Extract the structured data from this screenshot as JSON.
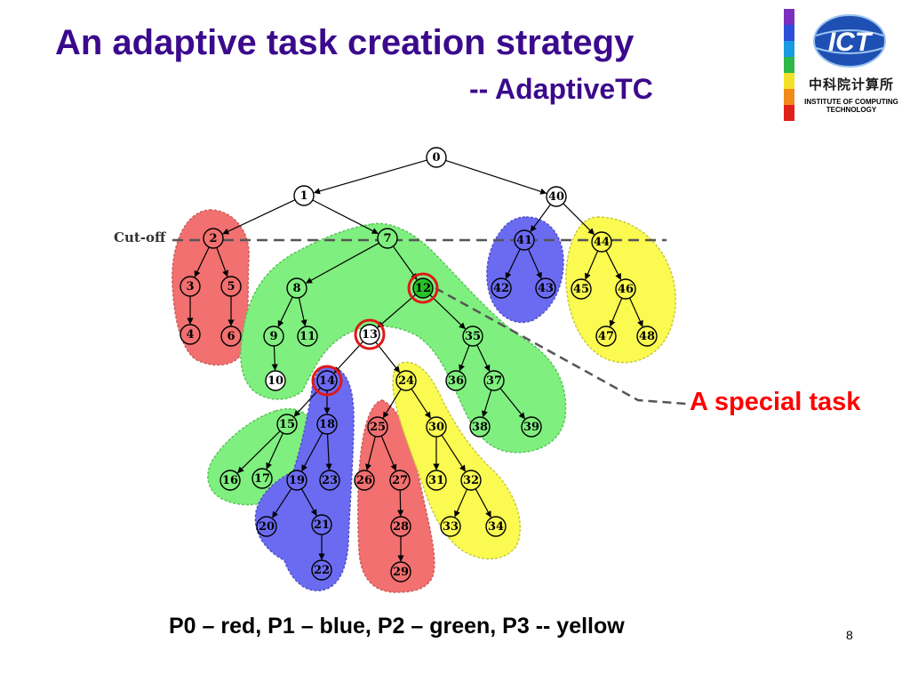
{
  "slide": {
    "title": "An adaptive task creation strategy",
    "subtitle": "-- AdaptiveTC",
    "page_number": "8",
    "legend": "P0 – red,  P1 – blue,  P2 – green,  P3 -- yellow"
  },
  "logo": {
    "mark": "ICT",
    "chinese": "中科院计算所",
    "line1": "INSTITUTE OF COMPUTING",
    "line2": "TECHNOLOGY",
    "colors": [
      "#7b2fbf",
      "#2b4fd8",
      "#1a9be0",
      "#2fb84a",
      "#f2e02a",
      "#f28a1a",
      "#e0201a"
    ]
  },
  "diagram": {
    "cutoff_label": "Cut-off",
    "special_task_label": "A special task",
    "colors": {
      "red": "#f27070",
      "blue": "#6b6bf2",
      "green": "#7fef7f",
      "yellow": "#fafa50",
      "highlight": "#e01818",
      "dash": "#555555",
      "node_green": "#27c227"
    },
    "nodes": [
      "0",
      "1",
      "40",
      "2",
      "7",
      "41",
      "44",
      "3",
      "5",
      "8",
      "12",
      "42",
      "43",
      "45",
      "46",
      "4",
      "6",
      "9",
      "11",
      "13",
      "35",
      "47",
      "48",
      "10",
      "14",
      "24",
      "36",
      "37",
      "15",
      "18",
      "25",
      "30",
      "38",
      "39",
      "16",
      "17",
      "19",
      "23",
      "26",
      "27",
      "31",
      "32",
      "20",
      "21",
      "28",
      "33",
      "34",
      "22",
      "29"
    ],
    "highlighted": [
      "12",
      "13",
      "14"
    ]
  }
}
